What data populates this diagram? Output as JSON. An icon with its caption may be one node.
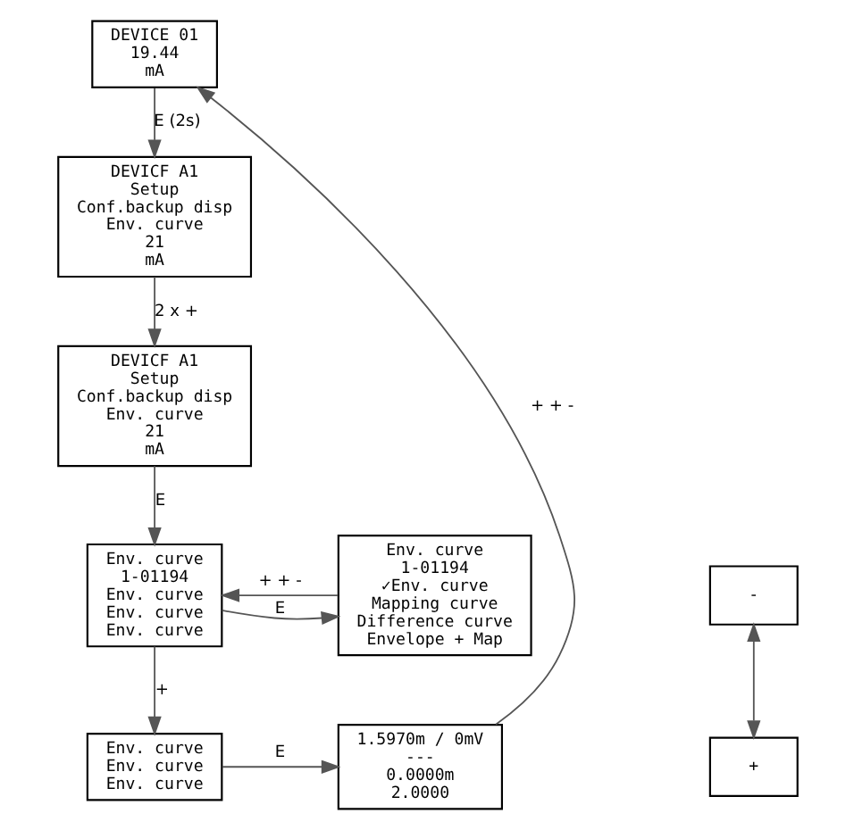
{
  "diagram": {
    "nodes": [
      {
        "text": [
          "DEVICE 01",
          "19.44",
          "mA"
        ]
      },
      {
        "text": [
          "DEVICF A1",
          "Setup",
          "Conf.backup disp",
          "Env. curve",
          "21",
          "mA"
        ]
      },
      {
        "text": [
          "DEVICF A1",
          "Setup",
          "Conf.backup disp",
          "Env. curve",
          "21",
          "mA"
        ]
      },
      {
        "text": [
          "Env. curve",
          "1-01194",
          "Env. curve",
          "Env. curve",
          "Env. curve"
        ]
      },
      {
        "text": [
          "Env. curve",
          "1-01194",
          "✓Env. curve",
          "Mapping curve",
          "Difference curve",
          "Envelope + Map"
        ]
      },
      {
        "text": [
          "Env. curve",
          "Env. curve",
          "Env. curve"
        ]
      },
      {
        "text": [
          "1.5970m / 0mV",
          "---",
          "0.0000m",
          "2.0000"
        ]
      },
      {
        "text": [
          "-"
        ]
      },
      {
        "text": [
          "+"
        ]
      }
    ],
    "edges": [
      {
        "from": 0,
        "to": 1,
        "arrow": "to",
        "label": "E (2s)"
      },
      {
        "from": 1,
        "to": 2,
        "arrow": "to",
        "label": "2 x +"
      },
      {
        "from": 2,
        "to": 3,
        "arrow": "to",
        "label": "E"
      },
      {
        "from": 3,
        "to": 4,
        "arrow": "to",
        "label": "E"
      },
      {
        "from": 4,
        "to": 3,
        "arrow": "to",
        "label": "+ + -"
      },
      {
        "from": 3,
        "to": 5,
        "arrow": "to",
        "label": "+"
      },
      {
        "from": 5,
        "to": 6,
        "arrow": "to",
        "label": "E"
      },
      {
        "from": 6,
        "to": 0,
        "arrow": "to",
        "label": "+ + -"
      },
      {
        "from": 7,
        "to": 8,
        "arrow": "both"
      }
    ]
  }
}
